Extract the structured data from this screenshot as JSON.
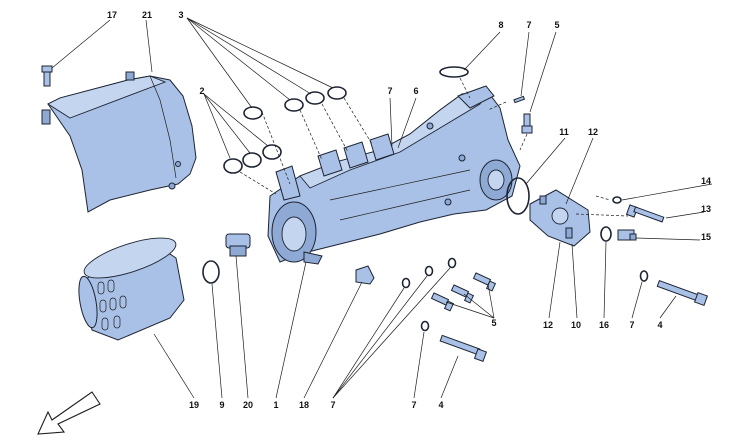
{
  "callouts": {
    "c1": "1",
    "c2": "2",
    "c3": "3",
    "c4a": "4",
    "c4b": "4",
    "c5a": "5",
    "c5b": "5",
    "c6": "6",
    "c7a": "7",
    "c7b": "7",
    "c7c": "7",
    "c7d": "7",
    "c7e": "7",
    "c8": "8",
    "c9": "9",
    "c10": "10",
    "c11": "11",
    "c12a": "12",
    "c12b": "12",
    "c13": "13",
    "c14": "14",
    "c15": "15",
    "c16": "16",
    "c17": "17",
    "c18": "18",
    "c19": "19",
    "c20": "20",
    "c21": "21"
  },
  "colors": {
    "part_fill": "#a9c1e6",
    "outline": "#1d2433",
    "background": "#ffffff"
  },
  "icons": {
    "orientation_arrow": "direction-arrow-icon"
  }
}
